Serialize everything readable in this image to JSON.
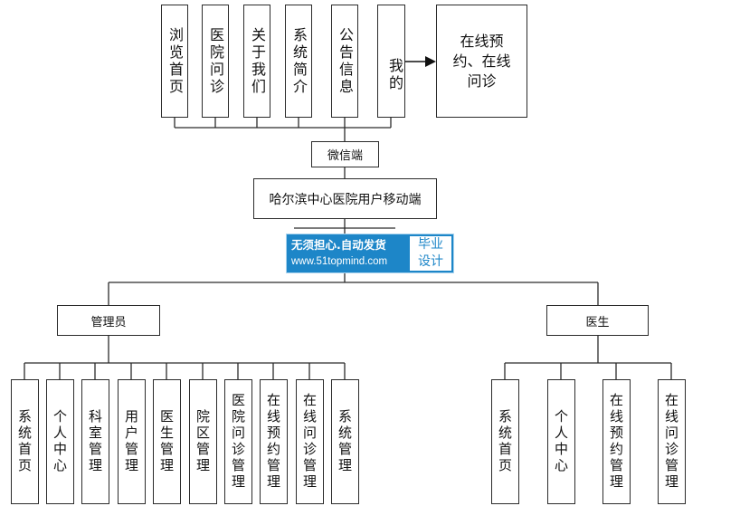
{
  "top_menu": [
    "浏览首页",
    "医院问诊",
    "关于我们",
    "系统简介",
    "公告信息",
    "我的"
  ],
  "my_target": {
    "line1": "在线预",
    "line2": "约、在线",
    "line3": "问诊"
  },
  "wechat": "微信端",
  "root": "哈尔滨中心医院用户移动端",
  "admin": "管理员",
  "doctor": "医生",
  "admin_children": [
    "系统首页",
    "个人中心",
    "科室管理",
    "用户管理",
    "医生管理",
    "院区管理",
    "医院问诊管理",
    "在线预约管理",
    "在线问诊管理",
    "系统管理"
  ],
  "doctor_children": [
    "系统首页",
    "个人中心",
    "在线预约管理",
    "在线问诊管理"
  ],
  "watermark": {
    "line1": "无须担心.自动发货",
    "line2": "www.51topmind.com",
    "badge1": "毕业",
    "badge2": "设计"
  },
  "colors": {
    "line": "#2b2b2b",
    "watermark_bg": "#1d86c8"
  }
}
